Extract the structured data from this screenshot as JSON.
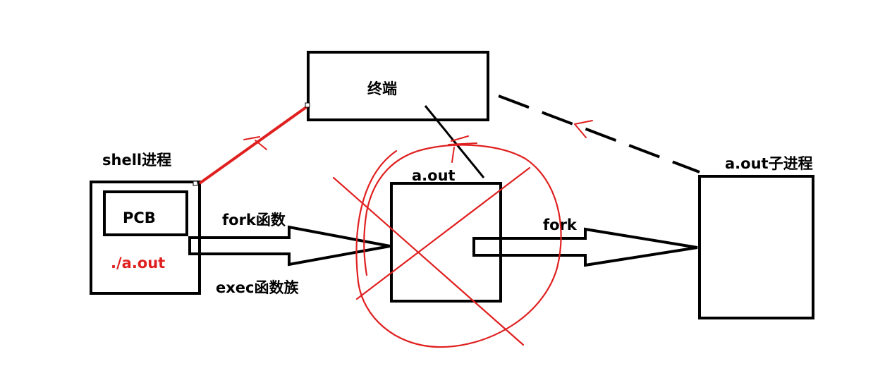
{
  "labels": {
    "terminal": "终端",
    "shell_process": "shell进程",
    "pcb": "PCB",
    "run_cmd": "./a.out",
    "fork_func": "fork函数",
    "exec_family": "exec函数族",
    "aout": "a.out",
    "fork": "fork",
    "aout_child": "a.out子进程"
  },
  "colors": {
    "ink": "#000000",
    "annotation_red": "#e02020",
    "background": "#ffffff"
  }
}
